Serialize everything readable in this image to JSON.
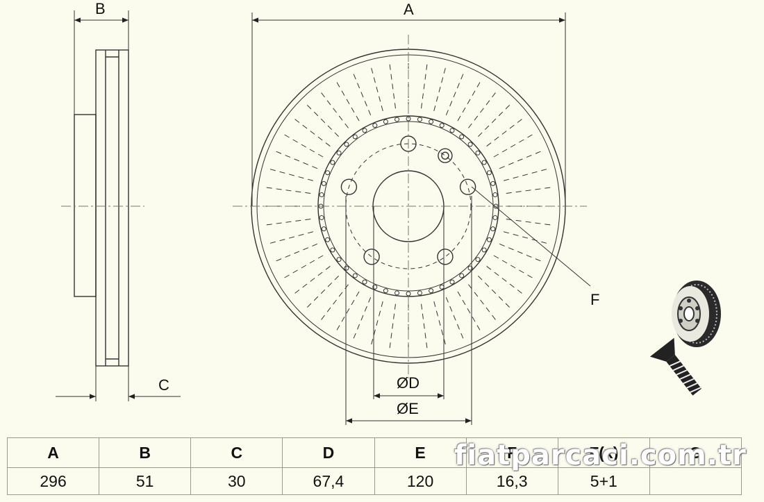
{
  "diagram": {
    "labels": {
      "a": "A",
      "b": "B",
      "c": "C",
      "d": "ØD",
      "e": "ØE",
      "f": "F"
    },
    "icons": [
      "brake-disc-3d-icon",
      "countersunk-screw-icon"
    ]
  },
  "table": {
    "headers": [
      "A",
      "B",
      "C",
      "D",
      "E",
      "F",
      "F(x)",
      "G"
    ],
    "values": [
      "296",
      "51",
      "30",
      "67,4",
      "120",
      "16,3",
      "5+1",
      ""
    ]
  },
  "watermark": "fiatparcaci.com.tr",
  "colors": {
    "background": "#fbfbee",
    "line": "#333333",
    "grid": "#9a9a8a"
  }
}
